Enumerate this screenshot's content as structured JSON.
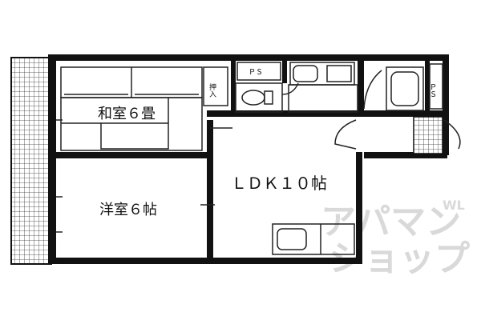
{
  "floorplan": {
    "rooms": {
      "washitsu": "和室６畳",
      "yoshitsu": "洋室６帖",
      "ldk": "ＬＤＫ１０帖"
    },
    "labels": {
      "ps_top": "ＰＳ",
      "ps_right": "ＰＳ",
      "oshiire": "押入"
    }
  },
  "watermark": {
    "line1": "アパマン",
    "line2": "ショップ",
    "wl": "WL"
  },
  "colors": {
    "wall": "#111111",
    "line": "#222222",
    "watermark": "#d9d9d9"
  }
}
